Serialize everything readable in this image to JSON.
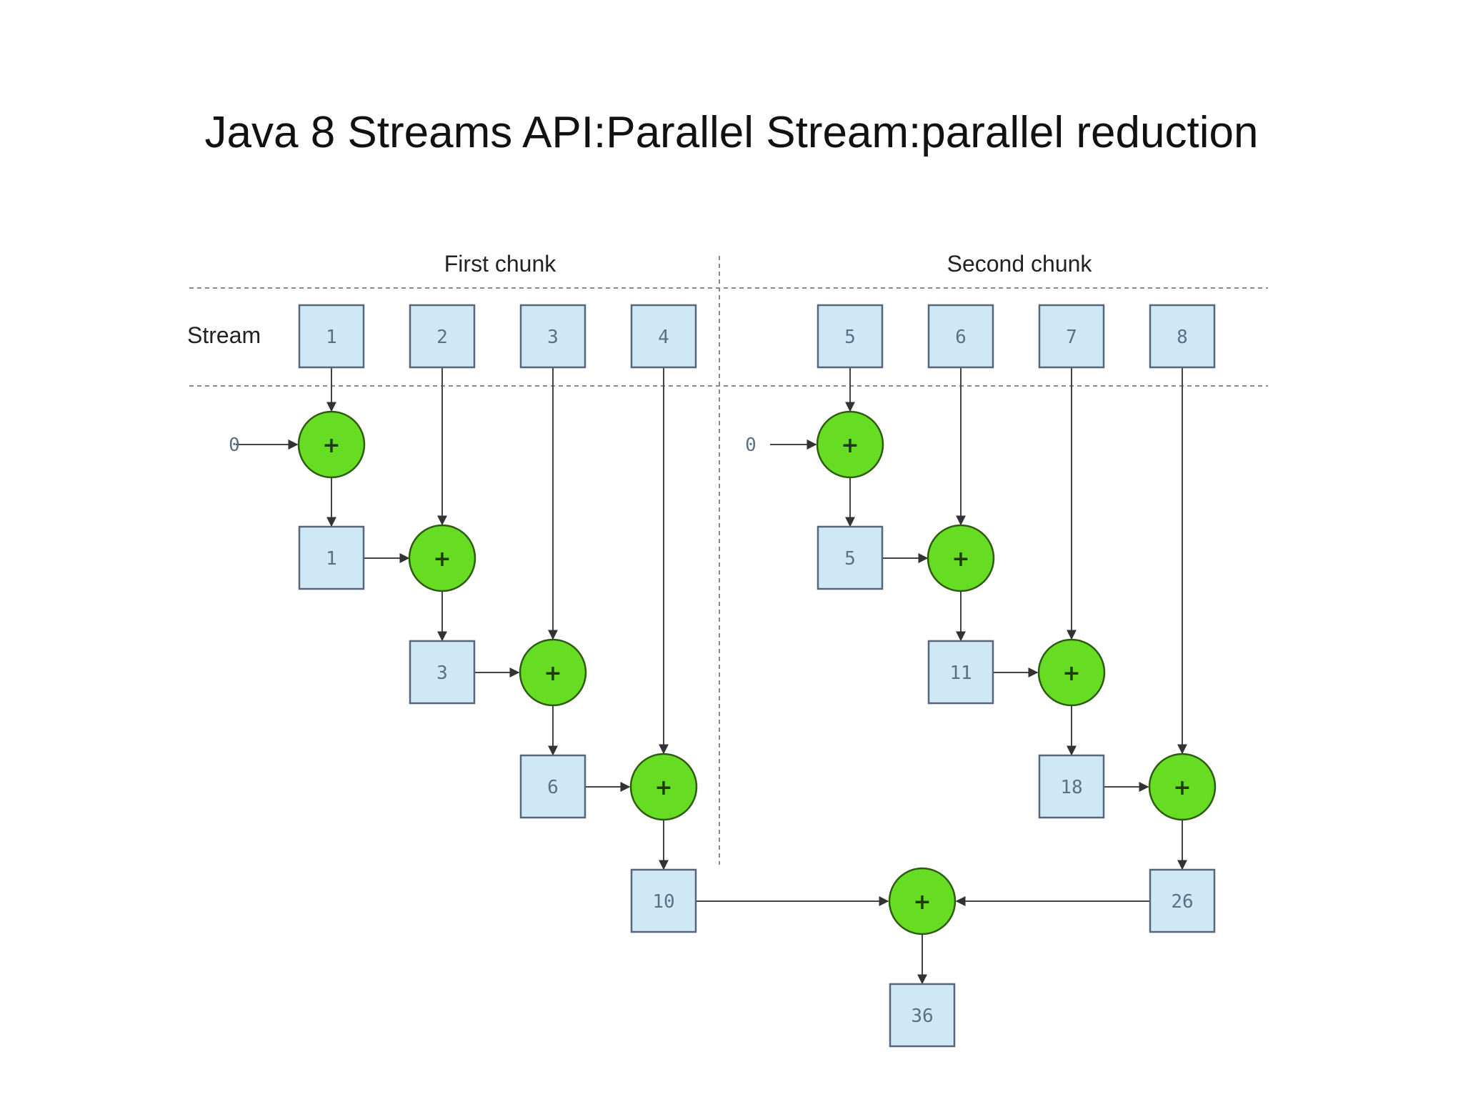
{
  "title": "Java 8 Streams API:Parallel Stream:parallel reduction",
  "labels": {
    "first_chunk": "First chunk",
    "second_chunk": "Second chunk",
    "stream": "Stream"
  },
  "operator_symbol": "+",
  "colors": {
    "box_fill": "#cfe8f6",
    "operator_fill": "#66dd22",
    "background": "#ffffff"
  },
  "stream_values": [
    "1",
    "2",
    "3",
    "4",
    "5",
    "6",
    "7",
    "8"
  ],
  "initial_values": [
    "0",
    "0"
  ],
  "first_chunk_partials": [
    "1",
    "3",
    "6",
    "10"
  ],
  "second_chunk_partials": [
    "5",
    "11",
    "18",
    "26"
  ],
  "final_result": "36"
}
